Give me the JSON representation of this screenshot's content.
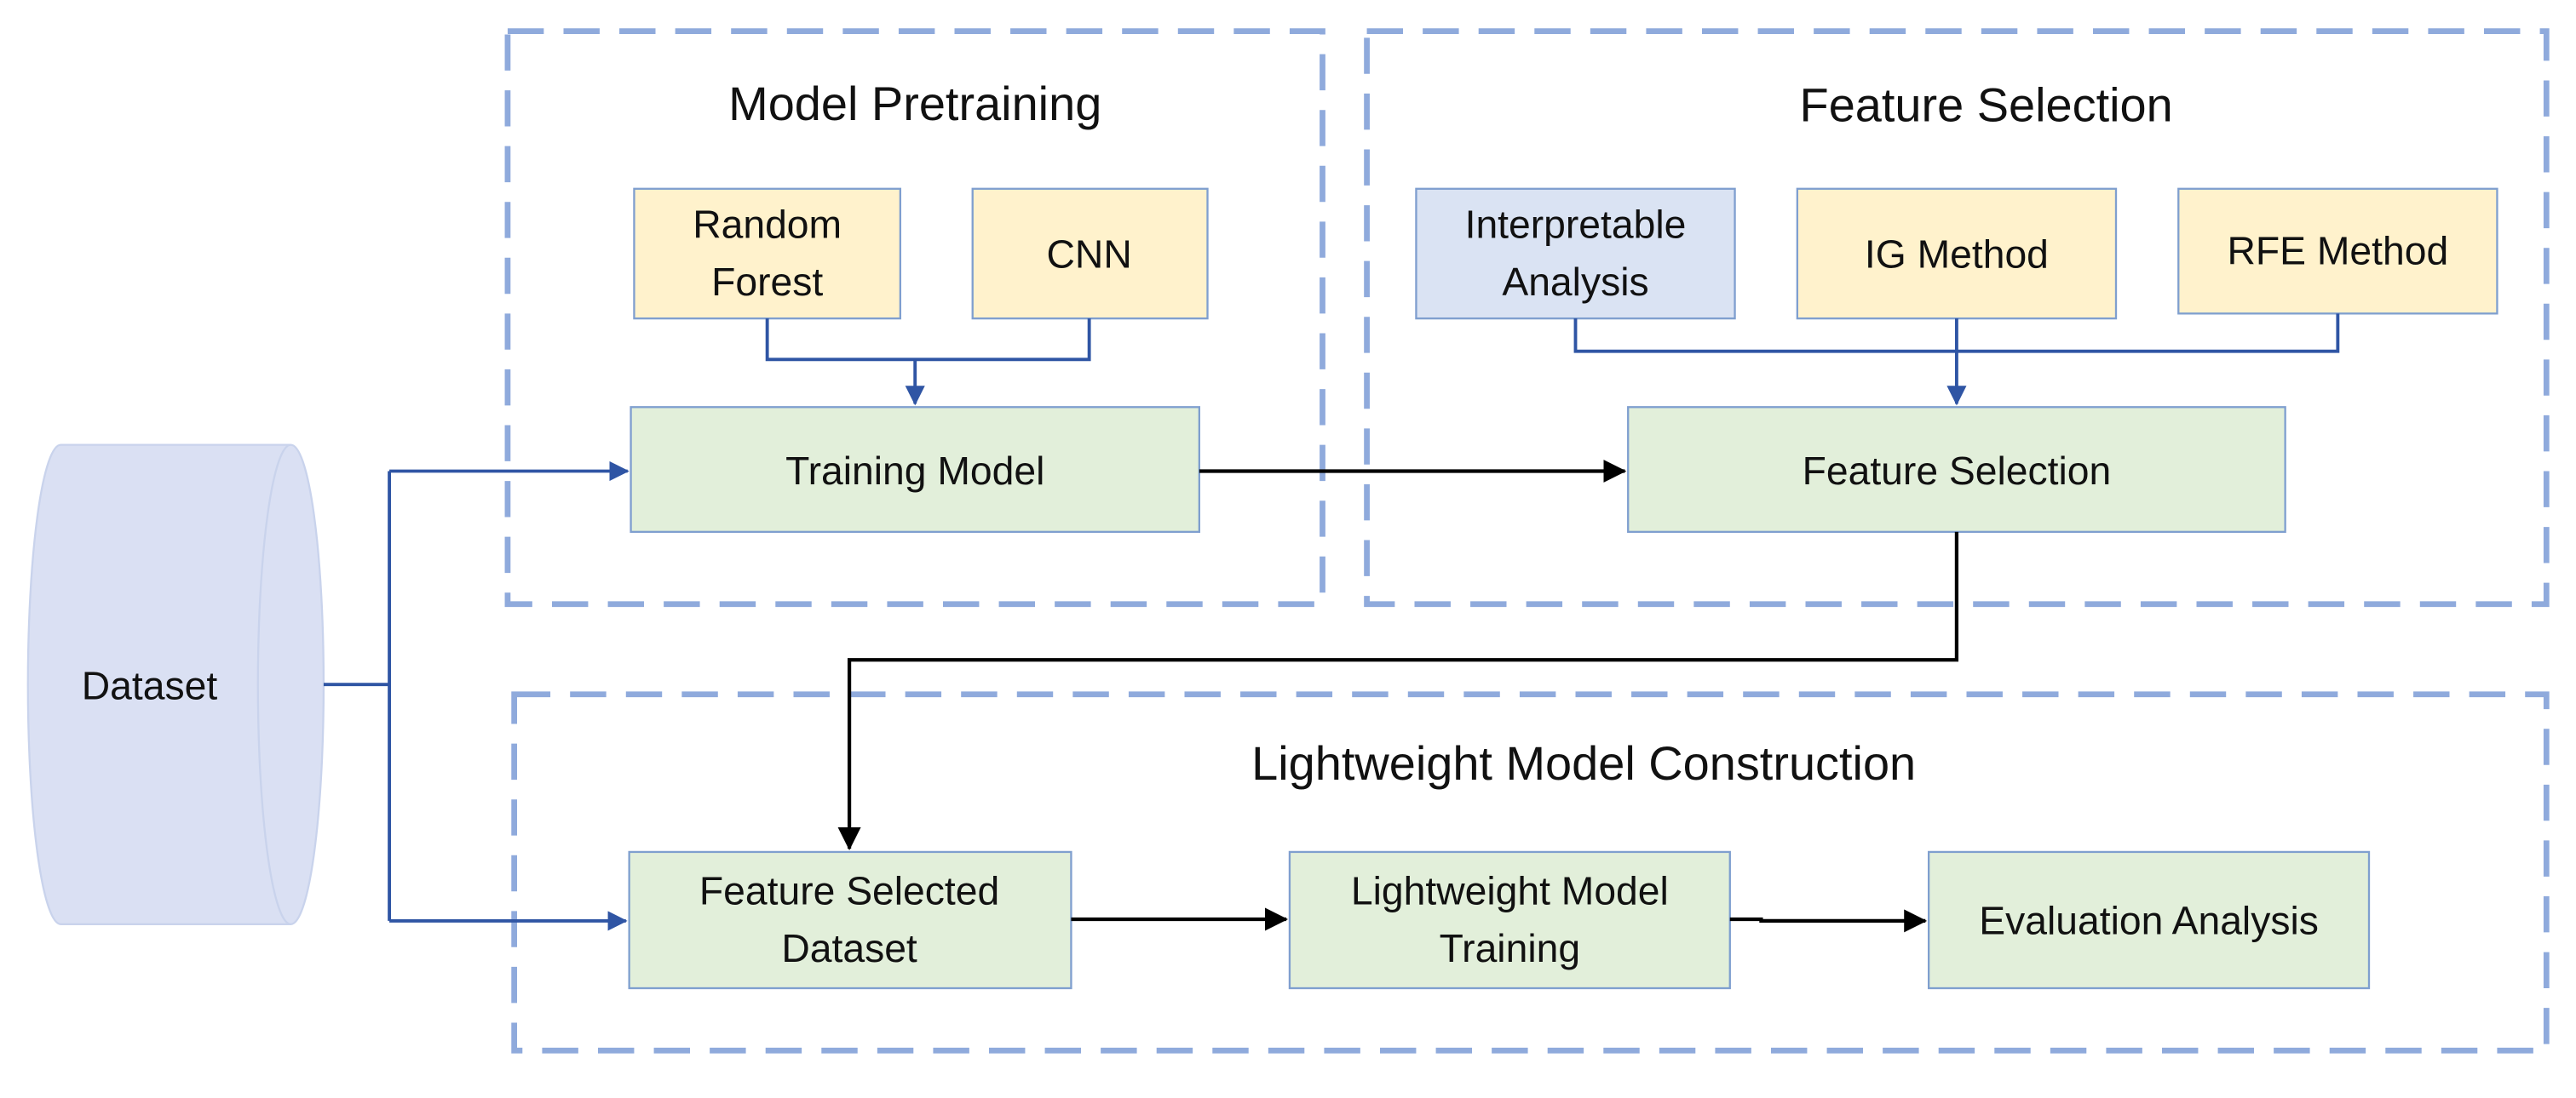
{
  "groups": {
    "pretraining": {
      "title": "Model Pretraining"
    },
    "feature_selection": {
      "title": "Feature Selection"
    },
    "lightweight": {
      "title": "Lightweight Model Construction"
    }
  },
  "nodes": {
    "dataset": "Dataset",
    "random_forest": [
      "Random",
      "Forest"
    ],
    "cnn": "CNN",
    "training_model": "Training Model",
    "interpretable_analysis": [
      "Interpretable",
      "Analysis"
    ],
    "ig_method": "IG Method",
    "rfe_method": "RFE Method",
    "feature_selection": "Feature Selection",
    "feature_selected_dataset": [
      "Feature Selected",
      "Dataset"
    ],
    "lightweight_training": [
      "Lightweight Model",
      "Training"
    ],
    "evaluation_analysis": "Evaluation Analysis"
  },
  "colors": {
    "dashed_frame": "#8faadc",
    "yellow_fill": "#fff2cc",
    "blue_fill": "#dae3f3",
    "green_fill": "#e2efda",
    "cylinder_fill": "#dae0f3",
    "blue_connector": "#2f55a4",
    "black_connector": "#000000"
  }
}
